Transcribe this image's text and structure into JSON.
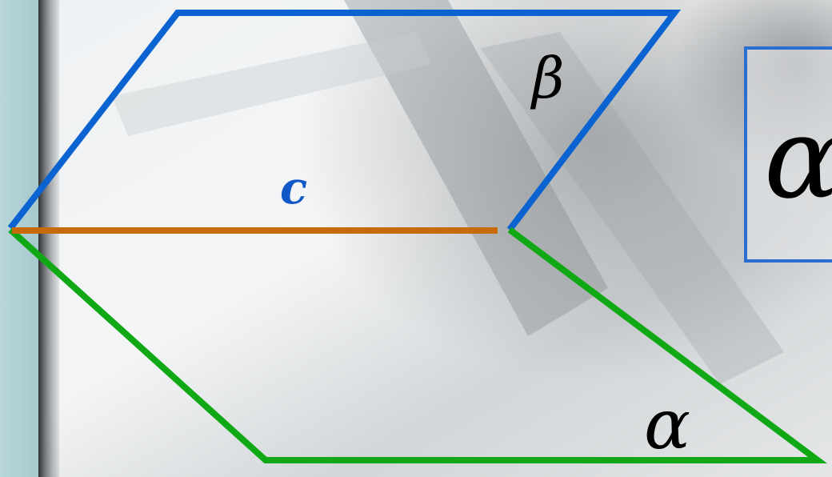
{
  "labels": {
    "plane_top": "β",
    "plane_bottom": "α",
    "line": "c",
    "boxed_symbol": "α"
  },
  "colors": {
    "plane_top": "#0a63d1",
    "plane_bottom": "#10a915",
    "line": "#c96a0a",
    "line_label": "#1057c7",
    "box_border": "#2a6fd0",
    "text": "#000000",
    "left_bar": "#a9cdd2"
  }
}
